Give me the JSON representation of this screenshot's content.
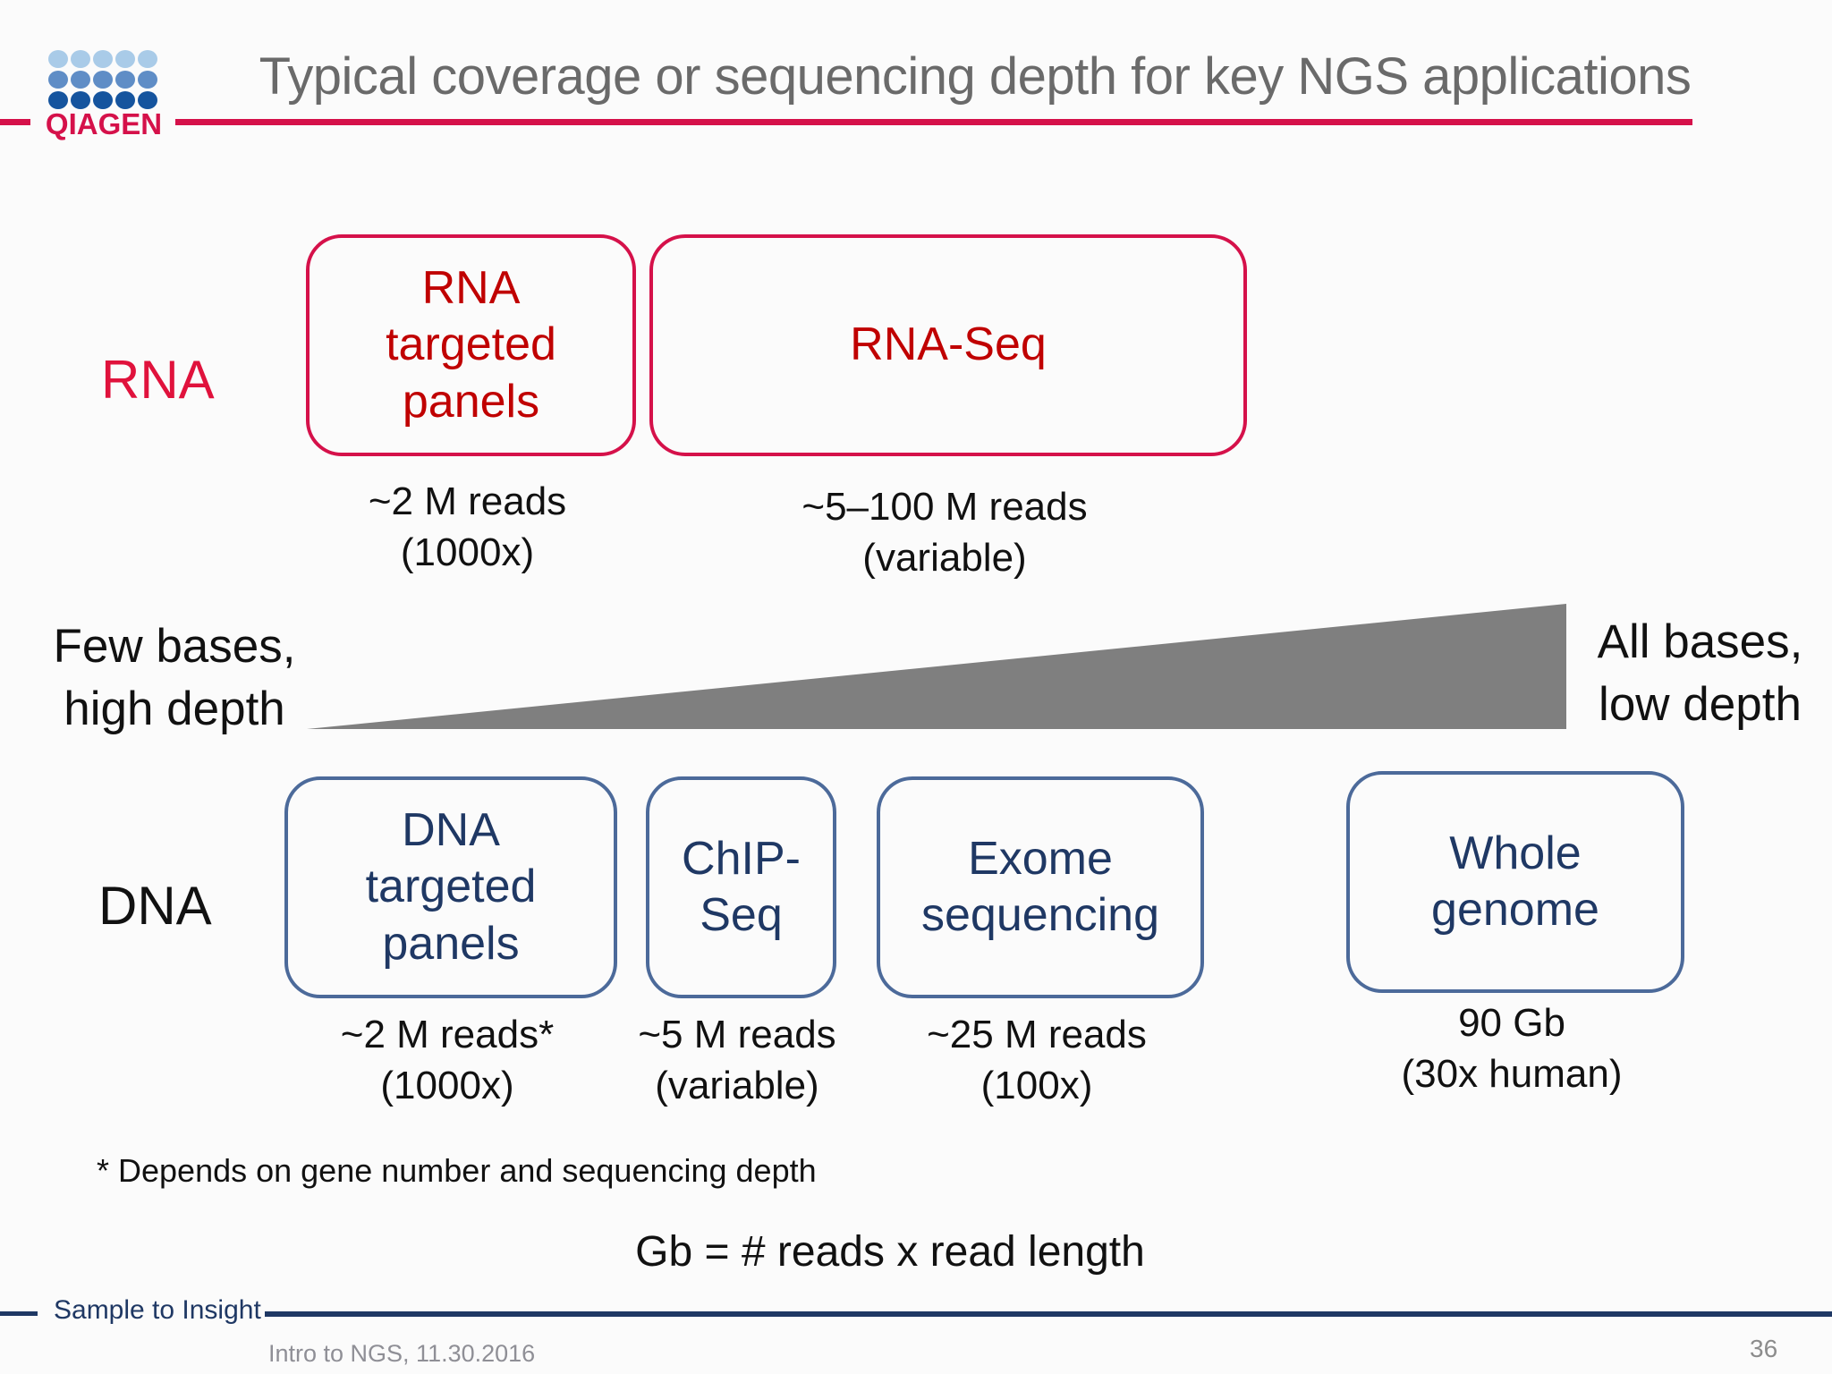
{
  "slide": {
    "title": "Typical coverage or sequencing depth for key NGS applications",
    "page_number": "36"
  },
  "logo": {
    "wordmark": "QIAGEN",
    "dot_row_colors": [
      "#a9cbe8",
      "#5f8dc6",
      "#15549e"
    ]
  },
  "rna_row": {
    "label": "RNA",
    "boxes": [
      {
        "label": "RNA\ntargeted\npanels",
        "caption": "~2 M reads\n(1000x)"
      },
      {
        "label": "RNA-Seq",
        "caption": "~5–100 M reads\n(variable)"
      }
    ]
  },
  "wedge": {
    "left_label": "Few bases,\nhigh depth",
    "right_label": "All bases,\nlow depth",
    "color": "#7f7f7f"
  },
  "dna_row": {
    "label": "DNA",
    "boxes": [
      {
        "label": "DNA\ntargeted\npanels",
        "caption": "~2 M reads*\n(1000x)"
      },
      {
        "label": "ChIP-\nSeq",
        "caption": "~5 M reads\n(variable)"
      },
      {
        "label": "Exome\nsequencing",
        "caption": "~25 M reads\n(100x)"
      },
      {
        "label": "Whole\ngenome",
        "caption": "90 Gb\n(30x human)"
      }
    ]
  },
  "notes": {
    "footnote": "* Depends on gene number and sequencing depth",
    "formula": "Gb = # reads x read length"
  },
  "footer": {
    "brand": "Sample to Insight",
    "credit": "Intro to NGS, 11.30.2016"
  },
  "colors": {
    "qiagen_red": "#d5114a",
    "rna_label_red": "#e0123c",
    "rna_box_text_red": "#c00000",
    "dna_box_text_navy": "#1f3864",
    "dna_box_border_blue": "#4c6a9a",
    "wedge_gray": "#7f7f7f",
    "title_gray": "#6a6a6a",
    "footer_navy": "#1f3864",
    "muted_gray": "#8c8c8c"
  }
}
